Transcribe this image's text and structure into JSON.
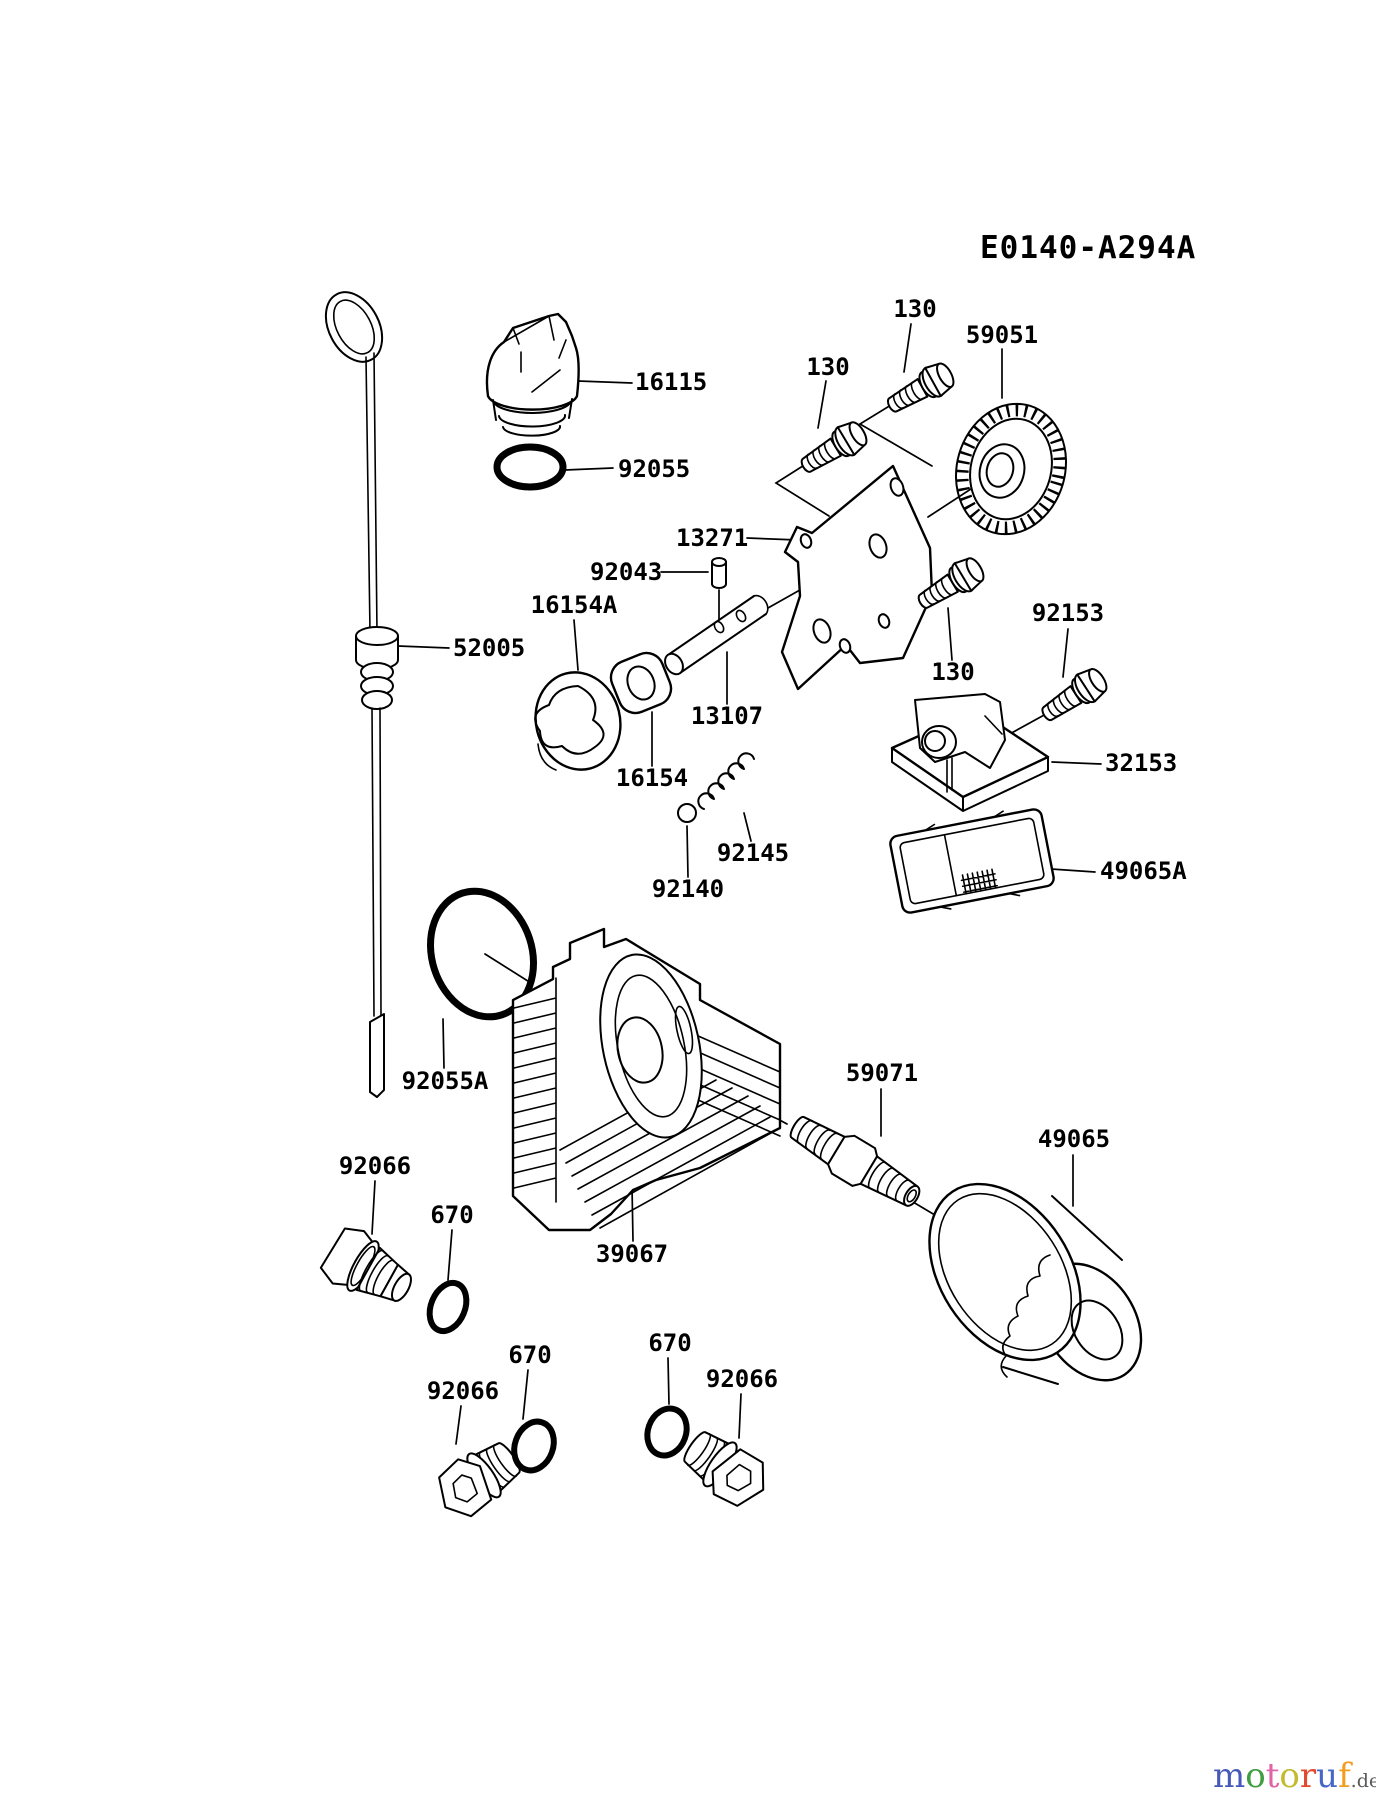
{
  "title": {
    "code": "E0140-A294A"
  },
  "callouts": [
    {
      "label": "130"
    },
    {
      "label": "59051"
    },
    {
      "label": "130"
    },
    {
      "label": "16115"
    },
    {
      "label": "92055"
    },
    {
      "label": "13271"
    },
    {
      "label": "92043"
    },
    {
      "label": "16154A"
    },
    {
      "label": "52005"
    },
    {
      "label": "92153"
    },
    {
      "label": "13107"
    },
    {
      "label": "130"
    },
    {
      "label": "16154"
    },
    {
      "label": "32153"
    },
    {
      "label": "92145"
    },
    {
      "label": "92140"
    },
    {
      "label": "49065A"
    },
    {
      "label": "92055A"
    },
    {
      "label": "59071"
    },
    {
      "label": "49065"
    },
    {
      "label": "92066"
    },
    {
      "label": "670"
    },
    {
      "label": "39067"
    },
    {
      "label": "670"
    },
    {
      "label": "670"
    },
    {
      "label": "92066"
    },
    {
      "label": "92066"
    }
  ],
  "watermark": {
    "letters": [
      {
        "ch": "m",
        "color": "#4759b8"
      },
      {
        "ch": "o",
        "color": "#3f9e42"
      },
      {
        "ch": "t",
        "color": "#df64a8"
      },
      {
        "ch": "o",
        "color": "#c3ba30"
      },
      {
        "ch": "r",
        "color": "#e2492f"
      },
      {
        "ch": "u",
        "color": "#4666c8"
      },
      {
        "ch": "f",
        "color": "#f49c1f"
      }
    ],
    "suffix": ".de",
    "suffix_color": "#5a5a5a"
  }
}
